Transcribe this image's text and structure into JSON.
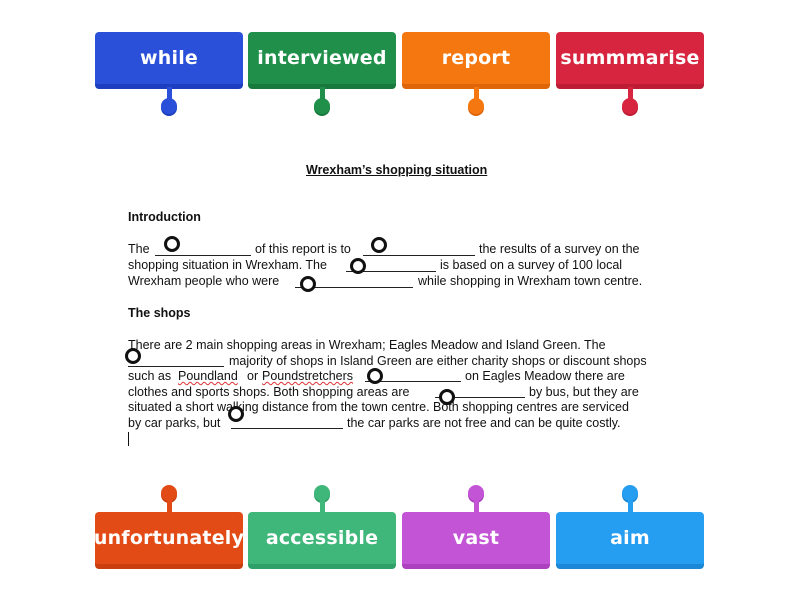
{
  "top_tiles": [
    {
      "label": "while",
      "color": "#2a4fd8",
      "shade": "#1d3fbf"
    },
    {
      "label": "interviewed",
      "color": "#1f8f4a",
      "shade": "#177a3c"
    },
    {
      "label": "report",
      "color": "#f5770f",
      "shade": "#de6508"
    },
    {
      "label": "summmarise",
      "color": "#d8253f",
      "shade": "#bd1c34"
    }
  ],
  "bottom_tiles": [
    {
      "label": "unfortunately",
      "color": "#e24a16",
      "shade": "#c93d0e"
    },
    {
      "label": "accessible",
      "color": "#3fb77a",
      "shade": "#2fa168"
    },
    {
      "label": "vast",
      "color": "#c454d6",
      "shade": "#ad40bf"
    },
    {
      "label": "aim",
      "color": "#259df0",
      "shade": "#1a88d6"
    }
  ],
  "document": {
    "title": "Wrexham’s shopping situation",
    "intro_heading": "Introduction",
    "intro": {
      "l1a": "The",
      "l1b": "of this report is to",
      "l1c": "the results of a survey on the",
      "l2a": "shopping situation in Wrexham. The",
      "l2b": "is based on a survey of 100 local",
      "l3a": "Wrexham people who were",
      "l3b": "while shopping in Wrexham town centre."
    },
    "shops_heading": "The shops",
    "shops": {
      "l1": "There are 2 main shopping areas in Wrexham; Eagles Meadow and Island Green. The",
      "l2": "majority of shops in Island Green are either charity shops or discount shops",
      "l3a": "such as",
      "l3b": "Poundland",
      "l3c": "or",
      "l3d": "Poundstretchers",
      "l3e": "on Eagles Meadow there are",
      "l4a": "clothes and sports shops. Both shopping areas are",
      "l4b": "by bus, but they are",
      "l5": "situated a short walking distance from the town centre. Both shopping centres are serviced",
      "l6a": "by car parks, but",
      "l6b": "the car parks are not free and can be quite costly."
    }
  }
}
